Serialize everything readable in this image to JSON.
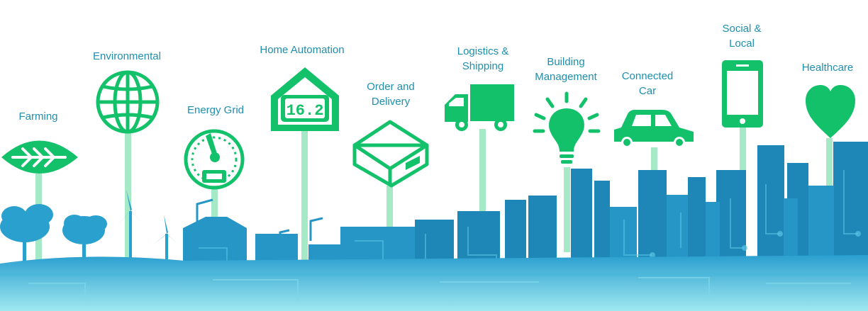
{
  "categories": [
    {
      "id": "farming",
      "label": "Farming",
      "icon": "leaf-icon"
    },
    {
      "id": "environmental",
      "label": "Environmental",
      "icon": "globe-icon"
    },
    {
      "id": "energy-grid",
      "label": "Energy Grid",
      "icon": "meter-gauge-icon"
    },
    {
      "id": "home-automation",
      "label": "Home Automation",
      "icon": "house-display-icon",
      "display_value": "16.2"
    },
    {
      "id": "order-delivery",
      "label": "Order and\nDelivery",
      "icon": "package-box-icon"
    },
    {
      "id": "logistics",
      "label": "Logistics &\nShipping",
      "icon": "truck-icon"
    },
    {
      "id": "building",
      "label": "Building\nManagement",
      "icon": "light-bulb-icon"
    },
    {
      "id": "connected-car",
      "label": "Connected\nCar",
      "icon": "car-icon"
    },
    {
      "id": "social-local",
      "label": "Social &\nLocal",
      "icon": "smartphone-icon"
    },
    {
      "id": "healthcare",
      "label": "Healthcare",
      "icon": "heart-icon"
    }
  ],
  "colors": {
    "icon_green": "#12c16a",
    "stem_green": "#8fe3b8",
    "label_teal": "#1f8fae",
    "city_dark": "#167fb2",
    "city_mid": "#2a9fcf",
    "city_light": "#5ad0e6"
  }
}
